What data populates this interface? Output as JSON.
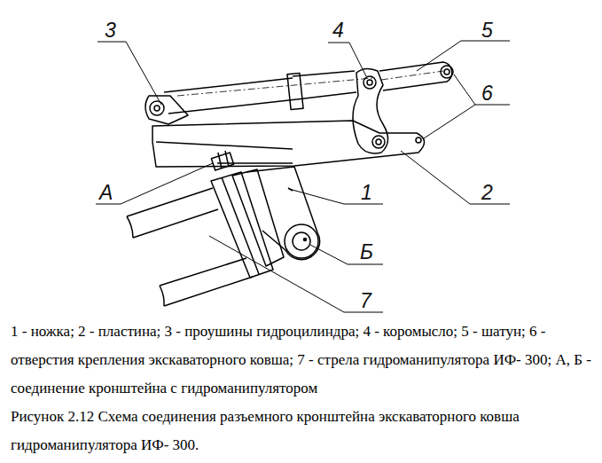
{
  "diagram": {
    "caption": "Рисунок 2.12 Схема соединения разъемного кронштейна экскаваторного ковша гидроманипулятора ИФ- 300.",
    "labels": [
      "3",
      "4",
      "5",
      "6",
      "2",
      "А",
      "1",
      "Б",
      "7",
      "1 - ножка; 2 - пластина; 3 - проушины гидроцилиндра; 4 - коромысло; 5 - шатун; 6 - отверстия крепления экскаваторного ковша; 7 - стрела гидроманипулятора ИФ- 300; А, Б - соединение кронштейна с гидроманипулятором"
    ]
  }
}
